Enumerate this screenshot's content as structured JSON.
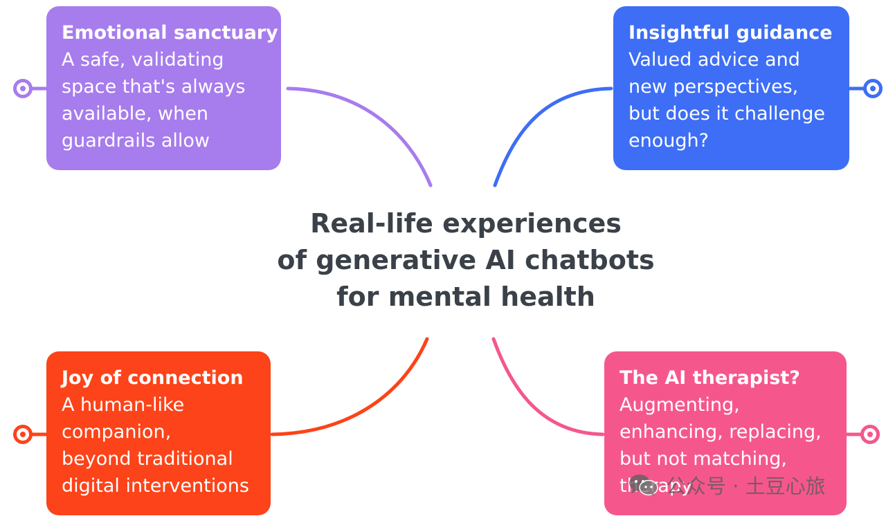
{
  "title": {
    "lines": [
      "Real-life experiences",
      "of generative AI chatbots",
      "for mental health"
    ]
  },
  "branches": [
    {
      "id": "tl",
      "heading": "Emotional sanctuary",
      "lines": [
        "A safe, validating",
        "space that's always",
        "available, when",
        "guardrails allow"
      ],
      "color": "#a77ced"
    },
    {
      "id": "tr",
      "heading": "Insightful guidance",
      "lines": [
        "Valued advice and",
        "new perspectives,",
        "but does it challenge",
        "enough?"
      ],
      "color": "#3d6ef5"
    },
    {
      "id": "bl",
      "heading": "Joy of connection",
      "lines": [
        "A human-like",
        "companion,",
        "beyond traditional",
        "digital interventions"
      ],
      "color": "#fc4319"
    },
    {
      "id": "br",
      "heading": "The AI therapist?",
      "lines": [
        "Augmenting,",
        "enhancing, replacing,",
        "but not matching,",
        "therapy"
      ],
      "color": "#f5578c"
    }
  ],
  "watermark": {
    "text": "公众号 · 土豆心旅",
    "icon": "wechat-icon"
  }
}
